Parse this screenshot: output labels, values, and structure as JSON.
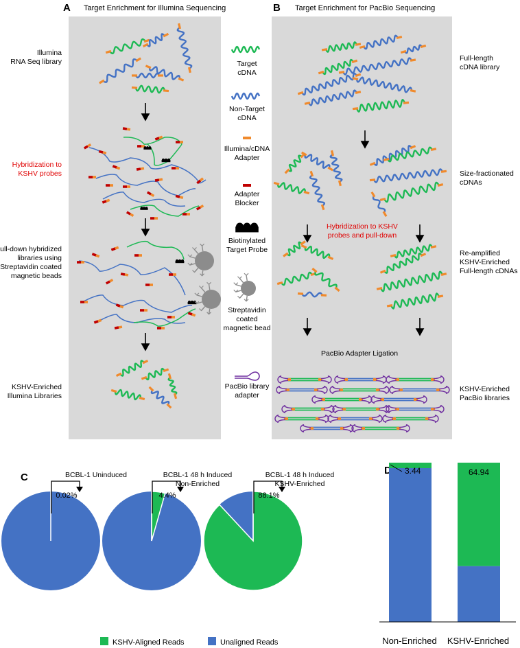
{
  "panel_a": {
    "letter": "A",
    "title": "Target Enrichment for Illumina Sequencing",
    "steps": [
      {
        "lines": [
          "Illumina",
          "RNA Seq library"
        ]
      },
      {
        "lines": [
          "Hybridization to",
          "KSHV probes"
        ]
      },
      {
        "lines": [
          "Pull-down hybridized",
          "libraries using",
          "Streptavidin coated",
          "magnetic beads"
        ]
      },
      {
        "lines": [
          "KSHV-Enriched",
          "Illumina Libraries"
        ]
      }
    ]
  },
  "panel_b": {
    "letter": "B",
    "title": "Target Enrichment for PacBio Sequencing",
    "steps": [
      {
        "lines": [
          "Full-length",
          "cDNA library"
        ]
      },
      {
        "lines": [
          "Size-fractionated",
          "cDNAs"
        ]
      },
      {
        "lines": [
          "Re-amplified",
          "KSHV-Enriched",
          "Full-length cDNAs"
        ]
      },
      {
        "lines": [
          "KSHV-Enriched",
          "PacBio libraries"
        ]
      }
    ],
    "hybridization_label": [
      "Hybridization to KSHV",
      "probes and pull-down"
    ],
    "ligation_label": "PacBio Adapter Ligation"
  },
  "legend": [
    {
      "lines": [
        "Target",
        "cDNA"
      ],
      "icon": "green-coil-icon"
    },
    {
      "lines": [
        "Non-Target",
        "cDNA"
      ],
      "icon": "blue-coil-icon"
    },
    {
      "lines": [
        "Illumina/cDNA",
        "Adapter"
      ],
      "icon": "orange-dash-icon"
    },
    {
      "lines": [
        "Adapter",
        "Blocker"
      ],
      "icon": "red-dash-icon"
    },
    {
      "lines": [
        "Biotinylated",
        "Target Probe"
      ],
      "icon": "probe-icon"
    },
    {
      "lines": [
        "Streptavidin",
        "coated",
        "magnetic bead"
      ],
      "icon": "bead-icon"
    },
    {
      "lines": [
        "PacBio library",
        "adapter"
      ],
      "icon": "pacbio-adapter-icon"
    }
  ],
  "colors": {
    "target": "#1db954",
    "non_target": "#4472c4",
    "adapter": "#f08a2c",
    "blocker": "#c00000",
    "highlight_text": "#e00000",
    "panel_bg": "#d9d9d9",
    "pacbio": "#7030a0",
    "bead": "#8c8c8c"
  },
  "panel_c": {
    "letter": "C",
    "pies": [
      {
        "title": [
          "BCBL-1 Uninduced"
        ],
        "label": "0.02%",
        "aligned_pct": 0.02
      },
      {
        "title": [
          "BCBL-1 48 h Induced",
          "Non-Enriched"
        ],
        "label": "4.4%",
        "aligned_pct": 4.4
      },
      {
        "title": [
          "BCBL-1 48 h Induced",
          "KSHV-Enriched"
        ],
        "label": "88.1%",
        "aligned_pct": 88.1
      }
    ],
    "legend": [
      {
        "label": "KSHV-Aligned Reads",
        "color": "#1db954"
      },
      {
        "label": "Unaligned Reads",
        "color": "#4472c4"
      }
    ]
  },
  "chart_data": {
    "type": "bar",
    "stacked": true,
    "categories": [
      "Non-Enriched",
      "KSHV-Enriched"
    ],
    "series": [
      {
        "values": [
          96.56,
          35.06
        ],
        "color": "#4472c4"
      },
      {
        "values": [
          3.44,
          64.94
        ],
        "color": "#1db954"
      }
    ],
    "data_labels": [
      "3.44",
      "64.94"
    ],
    "ylim": [
      0,
      100
    ],
    "letter": "D"
  }
}
